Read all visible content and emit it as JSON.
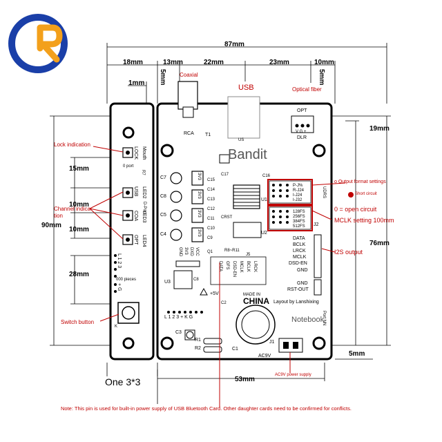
{
  "colors": {
    "annotation": "#c00000",
    "logo_blue": "#1a3fa8",
    "logo_orange": "#f3a01b"
  },
  "logo": {
    "icon": "q-logo-icon"
  },
  "dimensions": {
    "top_total": "87mm",
    "d18": "18mm",
    "d13": "13mm",
    "d22": "22mm",
    "d23": "23mm",
    "d10": "10mm",
    "d5_left": "5mm",
    "d5_right": "5mm",
    "d1": "1mm",
    "d19": "19mm",
    "d15": "15mm",
    "d10a": "10mm",
    "d10b": "10mm",
    "d28": "28mm",
    "d90": "90mm",
    "d76": "76mm",
    "d5_bottom": "5mm",
    "d53": "53mm"
  },
  "annotations": {
    "coaxial": "Coaxial",
    "usb": "USB",
    "optical": "Optical fiber",
    "lock": "Lock indication",
    "channel": "Channel indica-\ntion",
    "switch": "Switch button",
    "output_format": "o Output format settings",
    "short": "Short circuit",
    "open": "0 = open circuit",
    "mclk": "MCLK setting 100mm",
    "i2s": "I2S output",
    "ac9v": "AC9V power supply",
    "bandit": "Bandit",
    "notebook": "Notebook",
    "one": "One 3*3",
    "note": "Note: This pin is used for built-in power supply of USB Bluetooth Card. Other daughter cards need to be confirmed for conflicts."
  },
  "left_board": {
    "labels": [
      "Mouth",
      "LOCK",
      "R7",
      "0 port",
      "USB",
      "LED2",
      "D-Port",
      "COA",
      "LED3",
      "OPT",
      "LED4"
    ],
    "pins": "L 1 2 3",
    "pieces": "000 pieces",
    "plus_g": "+ G",
    "k": "K"
  },
  "main_board": {
    "rca": "RCA",
    "t1": "T1",
    "us": "US",
    "opt": "OPT",
    "v6": "V G +",
    "dlr": "DLR",
    "c7": "C7",
    "c8": "C8",
    "c5": "C5",
    "c4": "C4",
    "c16": "C16",
    "c17": "C17",
    "u1": "U1",
    "u2": "U2",
    "j2": "J2",
    "v3": [
      "3V3",
      "3V3",
      "3V3",
      "3V3"
    ],
    "caps": [
      "C15",
      "C14",
      "C13",
      "C12",
      "C11",
      "C10",
      "C9"
    ],
    "crst": "CRST",
    "q1": "Q1",
    "r8": "R8~R11",
    "j5": "J5",
    "u3": "U3",
    "c8b": "C8",
    "gnd_labels": [
      "GND",
      "3V3",
      "DXD",
      "VCC"
    ],
    "fn_labels": [
      "DATA",
      "GFS",
      "DSD-EN",
      "MCLK",
      "BCLK",
      "LRCK"
    ],
    "right_pins": [
      "DATA",
      "BCLK",
      "LRCK",
      "MCLK",
      "DSD-EN",
      "GND",
      "GND",
      "RST-OUT"
    ],
    "fs_top": [
      "P-J%",
      "R-J24",
      "I-J24",
      "I-J32"
    ],
    "fs_bot": [
      "128FS",
      "256FS",
      "384FS",
      "512FS"
    ],
    "v5": "+5V",
    "c2": "C2",
    "made_in": "MADE IN",
    "china": "CHINA",
    "layout_by": "Layout by Lanshixing",
    "l123": "L 1 2 3 + K G",
    "c3": "C3",
    "r1": "R1",
    "r2": "R2",
    "c1": "C1",
    "j1": "J1",
    "ac9v_board": "AC9V",
    "port_nn": "Port NN",
    "udrs": "UDRS"
  }
}
